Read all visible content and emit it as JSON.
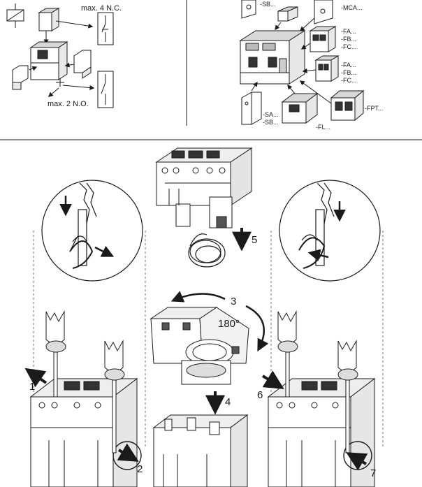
{
  "top_left": {
    "max_nc": "max. 4 N.C.",
    "max_no": "max. 2 N.O."
  },
  "top_right": {
    "sb_top": "-SB...",
    "mca": "-MCA...",
    "fa1": "-FA...",
    "fb1": "-FB...",
    "fc1": "-FC...",
    "fa2": "-FA...",
    "fb2": "-FB...",
    "fc2": "-FC...",
    "fpt": "-FPT...",
    "sa": "-SA...",
    "sb": "-SB...",
    "fl": "-FL..."
  },
  "steps": {
    "s1": "1",
    "s2": "2",
    "s3": "3",
    "s4": "4",
    "s5": "5",
    "s6": "6",
    "s7": "7",
    "rotation": "180°"
  },
  "colors": {
    "line": "#1a1a1a",
    "shade": "#d8d8d8",
    "fill": "#ffffff"
  }
}
